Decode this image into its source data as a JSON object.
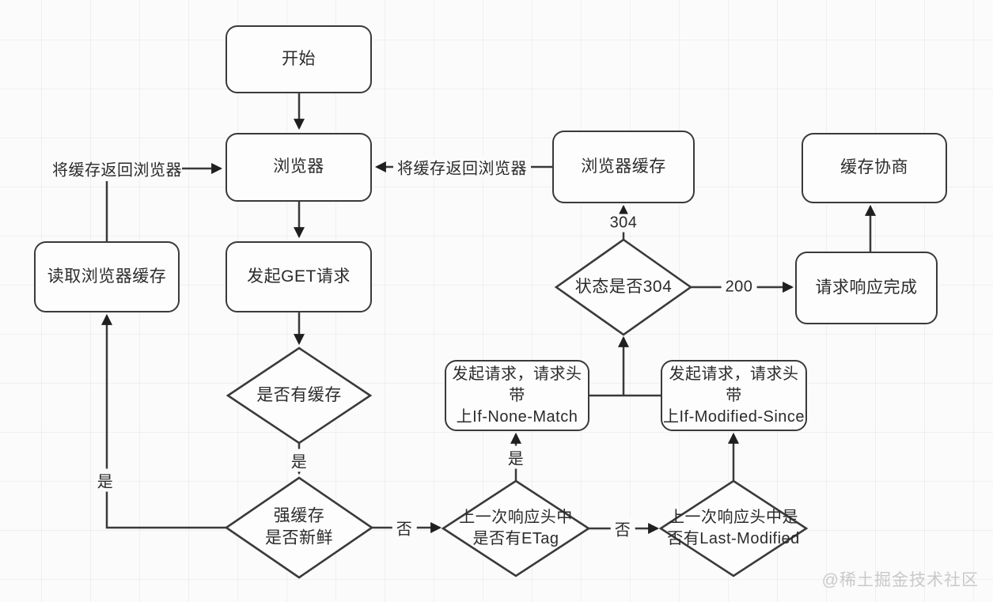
{
  "nodes": {
    "start": "开始",
    "browser": "浏览器",
    "browser_cache": "浏览器缓存",
    "cache_negotiation": "缓存协商",
    "read_browser_cache": "读取浏览器缓存",
    "initiate_get_request": "发起GET请求",
    "has_cache": "是否有缓存",
    "strong_cache_fresh": "强缓存\n是否新鲜",
    "status_is_304": "状态是否304",
    "request_response_complete": "请求响应完成",
    "request_with_if_none_match": "发起请求，请求头带\n上If-None-Match",
    "request_with_if_modified_since": "发起请求，请求头带\n上If-Modified-Since",
    "prev_response_has_etag": "上一次响应头中\n是否有ETag",
    "prev_response_has_last_modified": "上一次响应头中是\n否有Last-Modified"
  },
  "edge_labels": {
    "return_cache_to_browser_left": "将缓存返回浏览器",
    "return_cache_to_browser_right": "将缓存返回浏览器",
    "code_304": "304",
    "code_200": "200",
    "yes_read_cache": "是",
    "yes_has_cache": "是",
    "yes_has_etag": "是",
    "no_strong_cache": "否",
    "no_etag": "否"
  },
  "watermark": "@稀土掘金技术社区",
  "colors": {
    "line": "#3a3a3a",
    "text": "#2b2b2b",
    "background": "#fbfbfb",
    "watermark": "#c9c9c9"
  }
}
